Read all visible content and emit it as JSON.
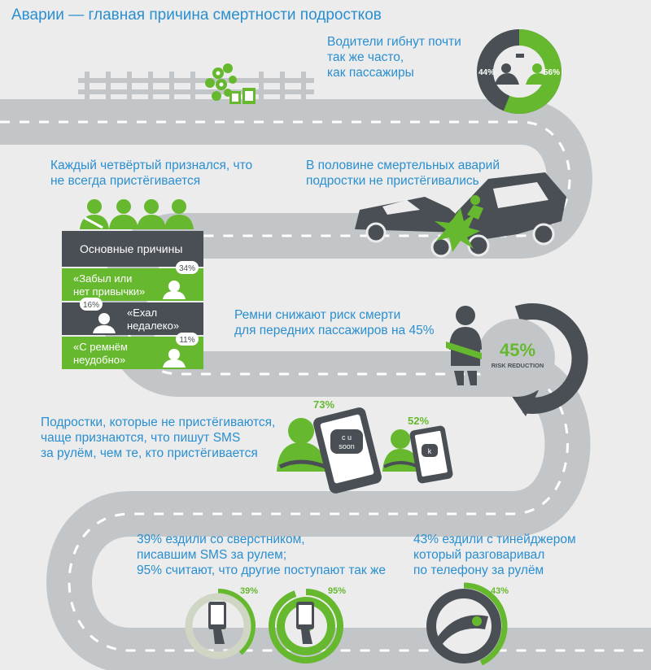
{
  "title": "Аварии — главная причина смертности подростков",
  "drivers": {
    "text_lines": [
      "Водители гибнут почти",
      "так же часто,",
      "как пассажиры"
    ],
    "passengers_pct": "44%",
    "drivers_pct": "56%",
    "passengers_value": 44,
    "drivers_value": 56
  },
  "quarter": {
    "text_lines": [
      "Каждый четвёртый признался, что",
      "не всегда пристёгивается"
    ]
  },
  "half": {
    "text_lines": [
      "В половине смертельных аварий",
      "подростки не пристёгивались"
    ]
  },
  "reasons": {
    "header": "Основные причины",
    "items": [
      {
        "lines": [
          "«Забыл или",
          "нет привычки»"
        ],
        "pct": "34%",
        "value": 34
      },
      {
        "lines": [
          "«Ехал",
          "недалеко»"
        ],
        "pct": "16%",
        "value": 16
      },
      {
        "lines": [
          "«С ремнём",
          "неудобно»"
        ],
        "pct": "11%",
        "value": 11
      }
    ]
  },
  "belts": {
    "text_lines": [
      "Ремни снижают риск смерти",
      "для передних пассажиров на 45%"
    ],
    "pct": "45%",
    "label": "RISK REDUCTION",
    "value": 45
  },
  "sms": {
    "text_lines": [
      "Подростки, которые не пристёгиваются,",
      "чаще признаются, что пишут SMS",
      "за рулём, чем те, кто пристёгивается"
    ],
    "unbelted_pct": "73%",
    "belted_pct": "52%",
    "bubble_big": [
      "c u",
      "soon"
    ],
    "bubble_small": "k"
  },
  "peer": {
    "text_lines": [
      "39% ездили со сверстником,",
      "писавшим SMS за рулем;",
      "95% считают, что другие поступают так же"
    ],
    "pct_a": "39%",
    "pct_b": "95%",
    "value_a": 39,
    "value_b": 95
  },
  "phone": {
    "text_lines": [
      "43% ездили с тинейджером",
      "который разговаривал",
      "по телефону за рулём"
    ],
    "pct": "43%",
    "value": 43
  },
  "colors": {
    "green": "#66b82e",
    "dark": "#4a4f55",
    "road": "#c3c6c9",
    "blue": "#2a8fd0"
  }
}
